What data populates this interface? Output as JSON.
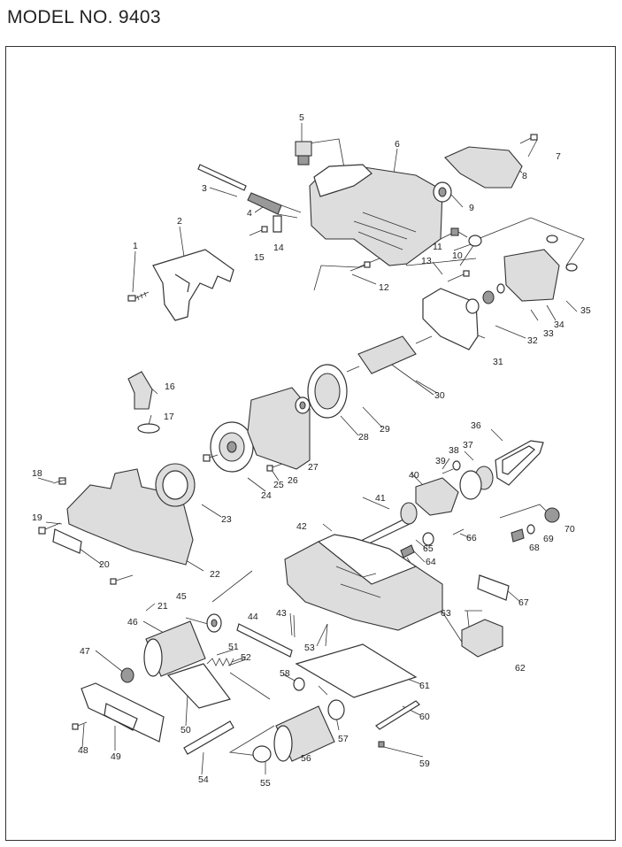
{
  "title": "MODEL NO. 9403",
  "callouts": [
    "1",
    "2",
    "3",
    "4",
    "5",
    "6",
    "7",
    "8",
    "9",
    "10",
    "11",
    "12",
    "13",
    "14",
    "15",
    "16",
    "17",
    "18",
    "19",
    "20",
    "21",
    "22",
    "23",
    "24",
    "25",
    "26",
    "27",
    "28",
    "29",
    "30",
    "31",
    "32",
    "33",
    "34",
    "35",
    "36",
    "37",
    "38",
    "39",
    "40",
    "41",
    "42",
    "43",
    "44",
    "45",
    "46",
    "47",
    "48",
    "49",
    "50",
    "51",
    "52",
    "53",
    "54",
    "55",
    "56",
    "57",
    "58",
    "59",
    "60",
    "61",
    "62",
    "63",
    "64",
    "65",
    "66",
    "67",
    "68",
    "69",
    "70"
  ]
}
